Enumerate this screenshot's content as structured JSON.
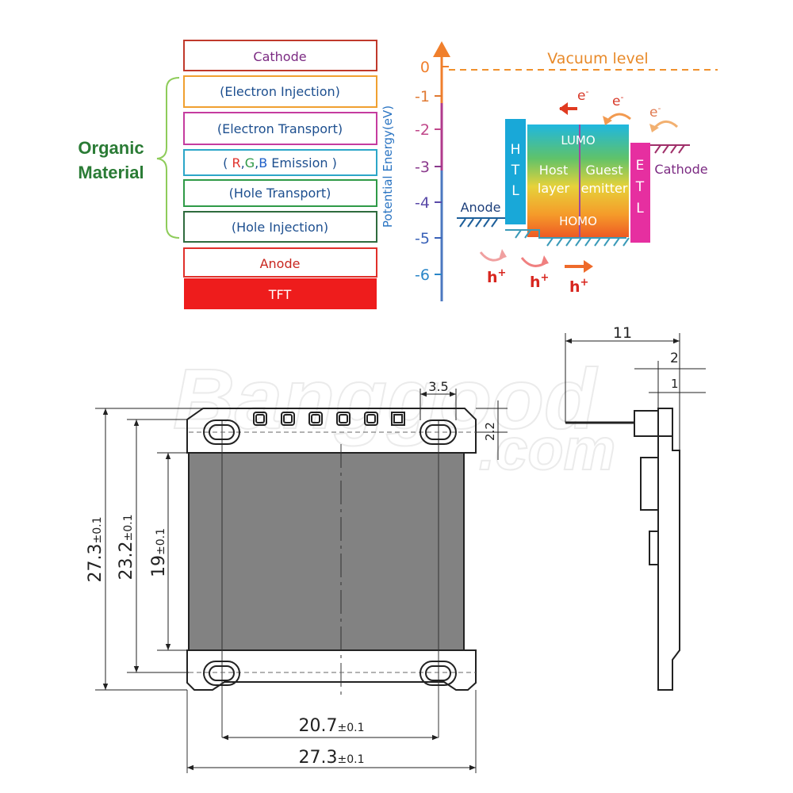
{
  "colors": {
    "cathode": "#9b2d8e",
    "electron_injection": "#f0a030",
    "electron_transport": "#c53c9f",
    "emission": "#2ca6c8",
    "hole_transport": "#2f9a47",
    "hole_injection": "#2f6b3e",
    "anode": "#e0302a",
    "tft": "#ee1c1c",
    "organic": "#2a7b35",
    "vacuum": "#e89532",
    "htl": "#19a8d8",
    "etl": "#e62fa0",
    "hole_arrow": "#e03020",
    "electron_arrow": "#e05018"
  },
  "layers": {
    "cathode": "Cathode",
    "electron_injection": "(Electron Injection)",
    "electron_transport": "(Electron Transport)",
    "emission_open": "(",
    "emission_r": "R",
    "emission_g": "G",
    "emission_b": "B",
    "emission_rest": " Emission )",
    "hole_transport": "(Hole Transport)",
    "hole_injection": "(Hole Injection)",
    "anode": "Anode",
    "tft": "TFT"
  },
  "organic_label": [
    "Organic",
    "Material"
  ],
  "energy": {
    "axis_label": "Potential Energy(eV)",
    "ticks": [
      "0",
      "-1",
      "-2",
      "-3",
      "-4",
      "-5",
      "-6"
    ],
    "vacuum_level": "Vacuum level",
    "htl": [
      "H",
      "T",
      "L"
    ],
    "etl": [
      "E",
      "T",
      "L"
    ],
    "lumo": "LUMO",
    "homo": "HOMO",
    "host": [
      "Host",
      "layer"
    ],
    "guest": [
      "Guest",
      "emitter"
    ],
    "anode": "Anode",
    "cathode": "Cathode",
    "electron": "e",
    "electron_charge": "-",
    "hole": "h",
    "hole_charge": "+"
  },
  "watermark": [
    "Banggood",
    ".com"
  ],
  "dimensions": {
    "top_pad_width": "3.5",
    "pad_offset": "2.2",
    "height_outer": "27.3",
    "height_outer_tol": "±0.1",
    "height_pcb": "23.2",
    "height_pcb_tol": "±0.1",
    "height_display": "19",
    "height_display_tol": "±0.1",
    "width_hole_span": "20.7",
    "width_hole_span_tol": "±0.1",
    "width_outer": "27.3",
    "width_outer_tol": "±0.1",
    "side_total": "11",
    "side_a": "2",
    "side_b": "1"
  }
}
